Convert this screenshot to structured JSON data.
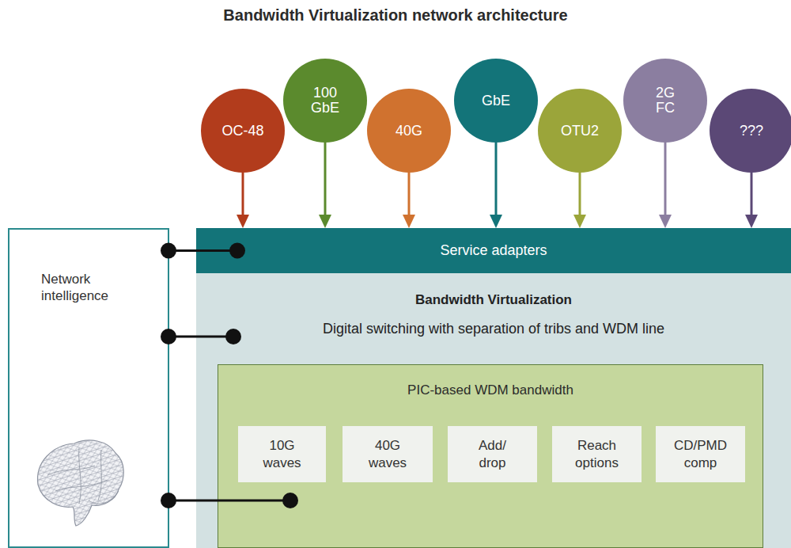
{
  "diagram": {
    "title": "Bandwidth Virtualization network architecture",
    "nodes": [
      {
        "text": [
          "OC-48"
        ]
      },
      {
        "text": [
          "100 GbE"
        ]
      },
      {
        "text": [
          "40G"
        ]
      },
      {
        "text": [
          "GbE"
        ]
      },
      {
        "text": [
          "OTU2"
        ]
      },
      {
        "text": [
          "2G FC"
        ]
      },
      {
        "text": [
          "???"
        ]
      },
      {
        "text": [
          "Network intelligence"
        ]
      },
      {
        "text": [
          "Service adapters"
        ]
      },
      {
        "text": [
          "Bandwidth Virtualization",
          "Digital switching with separation of tribs and WDM line"
        ]
      },
      {
        "text": [
          "PIC-based WDM bandwidth"
        ],
        "in": 9
      },
      {
        "text": [
          "10G waves"
        ],
        "in": 10
      },
      {
        "text": [
          "40G waves"
        ],
        "in": 10
      },
      {
        "text": [
          "Add/ drop"
        ],
        "in": 10
      },
      {
        "text": [
          "Reach options"
        ],
        "in": 10
      },
      {
        "text": [
          "CD/PMD comp"
        ],
        "in": 10
      }
    ],
    "edges": [
      {
        "from": 0,
        "to": 8,
        "arrow": "to"
      },
      {
        "from": 1,
        "to": 8,
        "arrow": "to"
      },
      {
        "from": 2,
        "to": 8,
        "arrow": "to"
      },
      {
        "from": 3,
        "to": 8,
        "arrow": "to"
      },
      {
        "from": 4,
        "to": 8,
        "arrow": "to"
      },
      {
        "from": 5,
        "to": 8,
        "arrow": "to"
      },
      {
        "from": 6,
        "to": 8,
        "arrow": "to"
      },
      {
        "from": 7,
        "to": 8,
        "arrow": "none"
      },
      {
        "from": 7,
        "to": 9,
        "arrow": "none"
      },
      {
        "from": 7,
        "to": 10,
        "arrow": "none"
      }
    ]
  }
}
